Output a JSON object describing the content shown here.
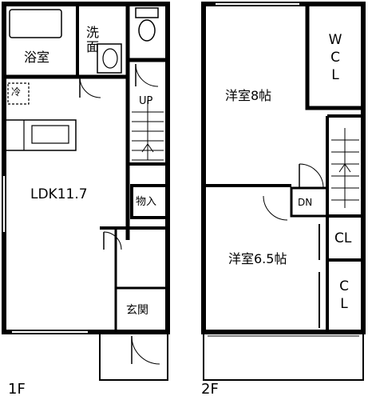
{
  "floor1": {
    "floor_label": "1F",
    "rooms": {
      "bath": "浴室",
      "washroom": "洗面",
      "fridge": "冷",
      "up": "UP",
      "ldk": "LDK11.7",
      "storage": "物入",
      "entrance": "玄関"
    }
  },
  "floor2": {
    "floor_label": "2F",
    "rooms": {
      "western8": "洋室8帖",
      "wcl": "WCL",
      "dn": "DN",
      "cl1": "CL",
      "western65": "洋室6.5帖",
      "cl2": "CL"
    }
  }
}
